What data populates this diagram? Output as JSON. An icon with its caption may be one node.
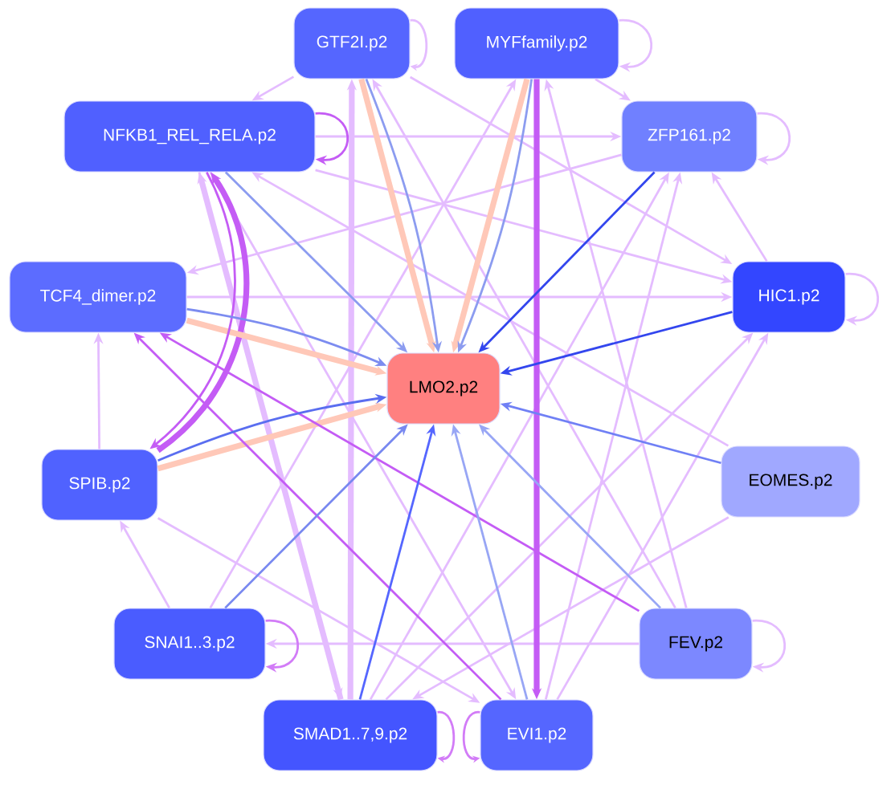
{
  "diagram": {
    "nodes": [
      {
        "text": [
          "GTF2I.p2"
        ]
      },
      {
        "text": [
          "MYFfamily.p2"
        ]
      },
      {
        "text": [
          "NFKB1_REL_RELA.p2"
        ]
      },
      {
        "text": [
          "ZFP161.p2"
        ]
      },
      {
        "text": [
          "TCF4_dimer.p2"
        ]
      },
      {
        "text": [
          "HIC1.p2"
        ]
      },
      {
        "text": [
          "LMO2.p2"
        ]
      },
      {
        "text": [
          "SPIB.p2"
        ]
      },
      {
        "text": [
          "EOMES.p2"
        ]
      },
      {
        "text": [
          "SNAI1..3.p2"
        ]
      },
      {
        "text": [
          "FEV.p2"
        ]
      },
      {
        "text": [
          "SMAD1..7,9.p2"
        ]
      },
      {
        "text": [
          "EVI1.p2"
        ]
      }
    ],
    "edges": [
      {
        "from": 0,
        "to": 2,
        "arrow": "to"
      },
      {
        "from": 1,
        "to": 3,
        "arrow": "to"
      },
      {
        "from": 2,
        "to": 3,
        "arrow": "to"
      },
      {
        "from": 2,
        "to": 5,
        "arrow": "to"
      },
      {
        "from": 4,
        "to": 5,
        "arrow": "to"
      },
      {
        "from": 3,
        "to": 4,
        "arrow": "to"
      },
      {
        "from": 9,
        "to": 1,
        "arrow": "to"
      },
      {
        "from": 11,
        "to": 0,
        "arrow": "to",
        "style": "thick"
      },
      {
        "from": 11,
        "to": 3,
        "arrow": "to"
      },
      {
        "from": 11,
        "to": 5,
        "arrow": "to"
      },
      {
        "from": 11,
        "to": 2,
        "arrow": "to",
        "style": "thick"
      },
      {
        "from": 9,
        "to": 7,
        "arrow": "to"
      },
      {
        "from": 7,
        "to": 4,
        "arrow": "to"
      },
      {
        "from": 2,
        "to": 11,
        "arrow": "to"
      },
      {
        "from": 10,
        "to": 9,
        "arrow": "to"
      },
      {
        "from": 10,
        "to": 1,
        "arrow": "to"
      },
      {
        "from": 10,
        "to": 0,
        "arrow": "to"
      },
      {
        "from": 8,
        "to": 2,
        "arrow": "to"
      },
      {
        "from": 5,
        "to": 3,
        "arrow": "to"
      },
      {
        "from": 12,
        "to": 3,
        "arrow": "to"
      },
      {
        "from": 12,
        "to": 5,
        "arrow": "to"
      },
      {
        "from": 0,
        "to": 5,
        "arrow": "to"
      },
      {
        "from": 2,
        "to": 12,
        "arrow": "to"
      },
      {
        "from": 8,
        "to": 11,
        "arrow": "to"
      },
      {
        "from": 7,
        "to": 12,
        "arrow": "to"
      },
      {
        "from": 0,
        "to": 0,
        "arrow": "to"
      },
      {
        "from": 1,
        "to": 1,
        "arrow": "to"
      },
      {
        "from": 3,
        "to": 3,
        "arrow": "to"
      },
      {
        "from": 5,
        "to": 5,
        "arrow": "to"
      },
      {
        "from": 10,
        "to": 10,
        "arrow": "to"
      },
      {
        "from": 2,
        "to": 2,
        "arrow": "to",
        "color": "#c45cf5"
      },
      {
        "from": 9,
        "to": 9,
        "arrow": "to",
        "color": "#d27cf7"
      },
      {
        "from": 11,
        "to": 11,
        "arrow": "to",
        "color": "#d27cf7"
      },
      {
        "from": 12,
        "to": 12,
        "arrow": "to",
        "color": "#d27cf7"
      },
      {
        "from": 10,
        "to": 4,
        "arrow": "to",
        "color": "#c45cf5"
      },
      {
        "from": 12,
        "to": 4,
        "arrow": "to",
        "color": "#c45cf5"
      },
      {
        "from": 7,
        "to": 2,
        "arrow": "to",
        "style": "thick",
        "color": "#c45cf5"
      },
      {
        "from": 2,
        "to": 7,
        "arrow": "to",
        "color": "#c45cf5"
      },
      {
        "from": 1,
        "to": 12,
        "arrow": "to",
        "style": "thick",
        "color": "#c45cf5"
      },
      {
        "from": 0,
        "to": 6,
        "arrow": "to",
        "style": "thick",
        "color": "#ffc8b8"
      },
      {
        "from": 1,
        "to": 6,
        "arrow": "to",
        "style": "thick",
        "color": "#ffc8b8"
      },
      {
        "from": 4,
        "to": 6,
        "arrow": "to",
        "style": "thick",
        "color": "#ffc8b8"
      },
      {
        "from": 7,
        "to": 6,
        "arrow": "to",
        "style": "thick",
        "color": "#ffc8b8"
      },
      {
        "from": 2,
        "to": 6,
        "arrow": "to",
        "color": "#8c9cf0"
      },
      {
        "from": 0,
        "to": 6,
        "arrow": "to",
        "color": "#8c9cf0"
      },
      {
        "from": 1,
        "to": 6,
        "arrow": "to",
        "color": "#8c9cf0"
      },
      {
        "from": 3,
        "to": 6,
        "arrow": "to",
        "color": "#3346ee"
      },
      {
        "from": 5,
        "to": 6,
        "arrow": "to",
        "color": "#3346ee"
      },
      {
        "from": 8,
        "to": 6,
        "arrow": "to",
        "color": "#7080f5"
      },
      {
        "from": 10,
        "to": 6,
        "arrow": "to",
        "color": "#98a6f5"
      },
      {
        "from": 12,
        "to": 6,
        "arrow": "to",
        "color": "#98a6f5"
      },
      {
        "from": 11,
        "to": 6,
        "arrow": "to",
        "color": "#5566ff"
      },
      {
        "from": 9,
        "to": 6,
        "arrow": "to",
        "color": "#7888f0"
      },
      {
        "from": 7,
        "to": 6,
        "arrow": "to",
        "color": "#5a6ef0"
      },
      {
        "from": 4,
        "to": 6,
        "arrow": "to",
        "color": "#7c8cf0"
      }
    ]
  }
}
